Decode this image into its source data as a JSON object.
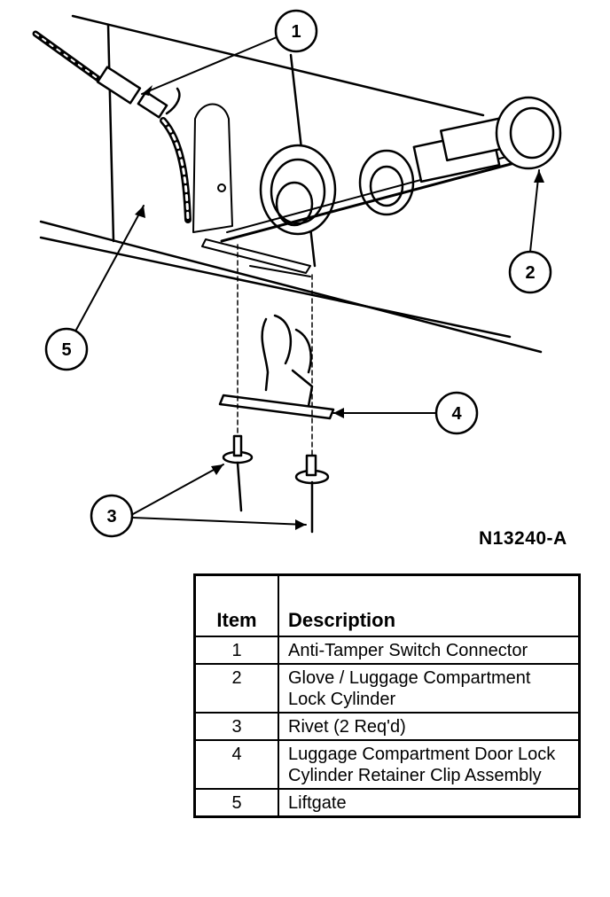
{
  "callouts": {
    "c1": "1",
    "c2": "2",
    "c3": "3",
    "c4": "4",
    "c5": "5"
  },
  "figure_code": "N13240-A",
  "table": {
    "headers": {
      "item": "Item",
      "description": "Description"
    },
    "rows": [
      {
        "item": "1",
        "description": "Anti-Tamper Switch Connector"
      },
      {
        "item": "2",
        "description": "Glove / Luggage Compartment Lock Cylinder"
      },
      {
        "item": "3",
        "description": "Rivet (2 Req'd)"
      },
      {
        "item": "4",
        "description": "Luggage Compartment Door Lock Cylinder Retainer Clip Assembly"
      },
      {
        "item": "5",
        "description": "Liftgate"
      }
    ]
  }
}
